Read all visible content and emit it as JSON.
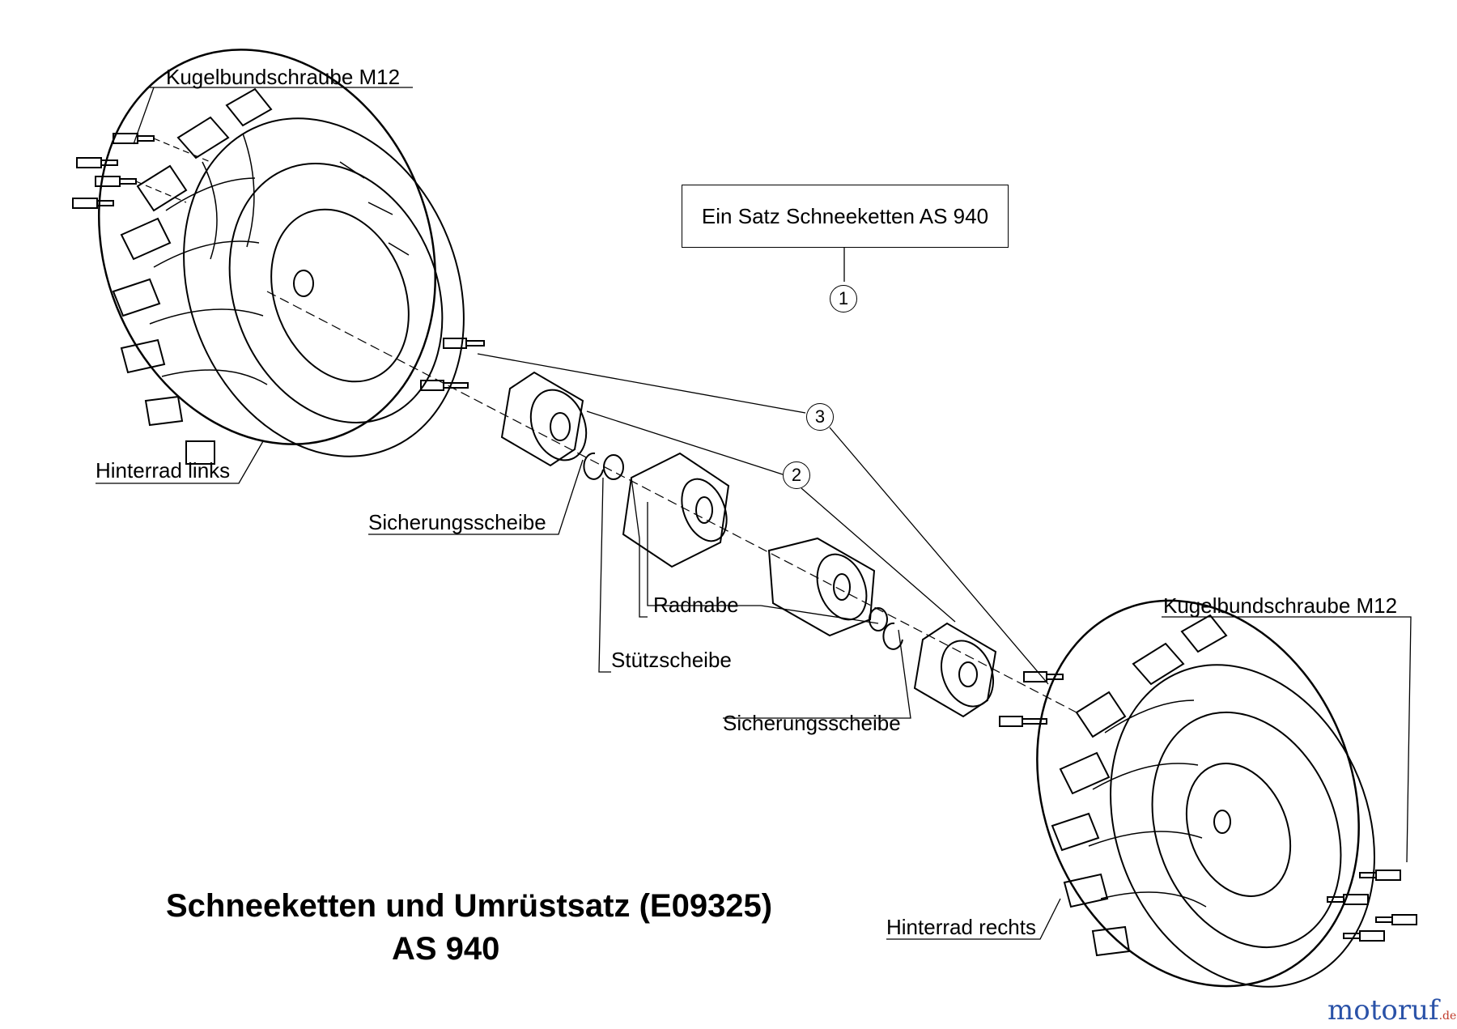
{
  "labels": {
    "bolt_left": "Kugelbundschraube M12",
    "wheel_left": "Hinterrad links",
    "circlip_left": "Sicherungsscheibe",
    "hub": "Radnabe",
    "support_washer": "Stützscheibe",
    "circlip_right": "Sicherungsscheibe",
    "bolt_right": "Kugelbundschraube M12",
    "wheel_right": "Hinterrad rechts"
  },
  "kit_box": "Ein Satz Schneeketten AS 940",
  "callouts": [
    "1",
    "2",
    "3"
  ],
  "title": {
    "line1": "Schneeketten und Umrüstsatz (E09325)",
    "line2": "AS 940"
  },
  "watermark": {
    "brand": "motoruf",
    "tld": ".de",
    "colors": {
      "brand": "#2a52a8",
      "tld": "#c03a2b"
    }
  }
}
